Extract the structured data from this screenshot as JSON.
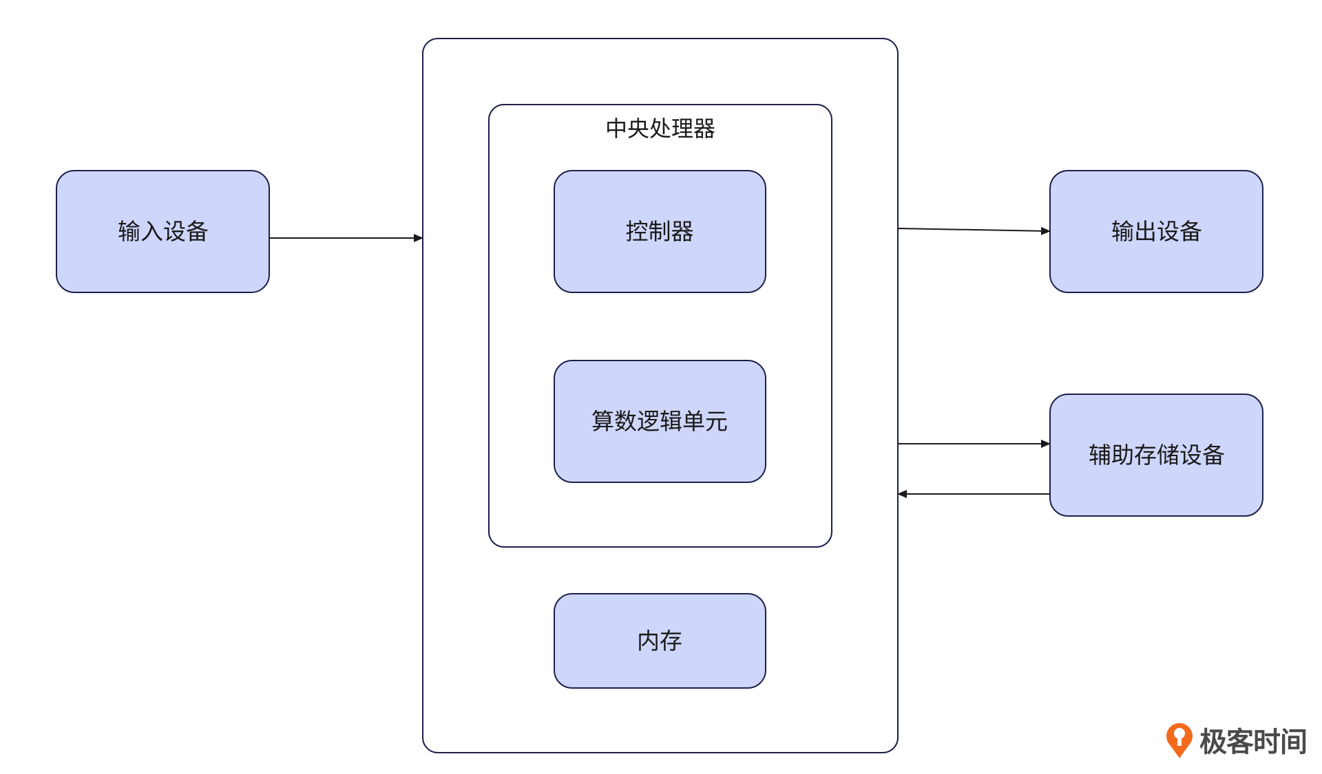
{
  "diagram": {
    "outer_box": {},
    "cpu_group": {
      "label": "中央处理器"
    },
    "nodes": {
      "input": {
        "label": "输入设备"
      },
      "controller": {
        "label": "控制器"
      },
      "alu": {
        "label": "算数逻辑单元"
      },
      "memory": {
        "label": "内存"
      },
      "output": {
        "label": "输出设备"
      },
      "storage": {
        "label": "辅助存储设备"
      }
    },
    "edges": [
      {
        "from": "输入设备",
        "to": "computer"
      },
      {
        "from": "computer",
        "to": "输出设备"
      },
      {
        "from": "computer",
        "to": "辅助存储设备"
      },
      {
        "from": "辅助存储设备",
        "to": "computer"
      }
    ],
    "colors": {
      "node_fill": "#cfd6fb",
      "stroke": "#1b1f4a",
      "arrow": "#1a1a1a"
    }
  },
  "watermark": {
    "text": "极客时间",
    "icon": "geektime-logo-icon",
    "color": "#f26b1d"
  }
}
